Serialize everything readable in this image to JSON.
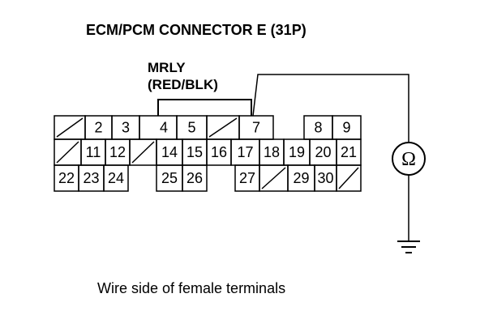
{
  "title": "ECM/PCM CONNECTOR E (31P)",
  "wire_label": {
    "name": "MRLY",
    "color": "(RED/BLK)"
  },
  "caption": "Wire side of female terminals",
  "meter_symbol": "Ω",
  "connector": {
    "rows": [
      [
        "/",
        "",
        "2",
        "3",
        "4",
        "5",
        "/",
        "",
        "7",
        "",
        "",
        "8",
        "9"
      ],
      [
        "/",
        "11",
        "12",
        "/",
        "14",
        "15",
        "16",
        "17",
        "18",
        "19",
        "20",
        "21"
      ],
      [
        "22",
        "23",
        "24",
        "",
        "25",
        "26",
        "",
        "27",
        "/",
        "29",
        "30",
        "/"
      ]
    ]
  },
  "icons": {
    "ohmmeter": "ohmmeter-icon",
    "ground": "ground-icon"
  }
}
